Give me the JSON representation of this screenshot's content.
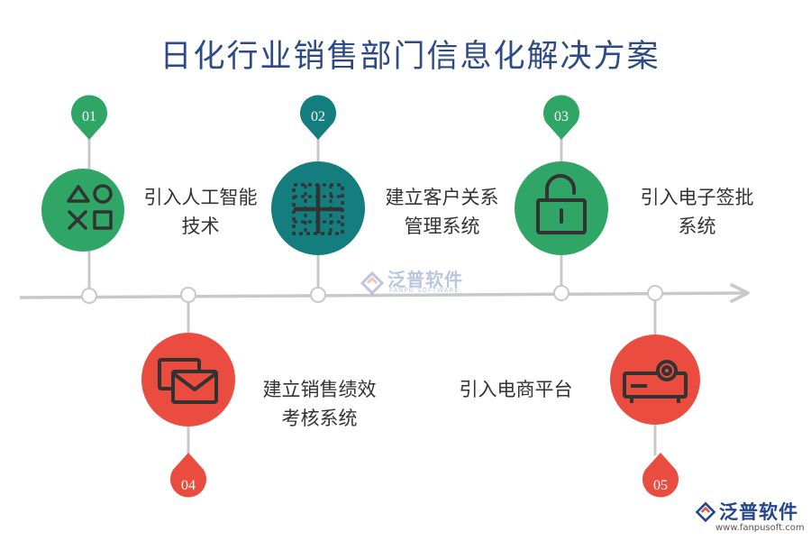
{
  "title": "日化行业销售部门信息化解决方案",
  "colors": {
    "green": "#2fa566",
    "teal": "#137e7d",
    "red": "#ea4d3f",
    "icon": "#333333",
    "line": "#c8c8c8"
  },
  "steps": [
    {
      "num": "01",
      "line1": "引入人工智能",
      "line2": "技术",
      "color": "green",
      "icon": "shapes-icon"
    },
    {
      "num": "02",
      "line1": "建立客户关系",
      "line2": "管理系统",
      "color": "teal",
      "icon": "grid-icon"
    },
    {
      "num": "03",
      "line1": "引入电子签批",
      "line2": "系统",
      "color": "green",
      "icon": "unlock-icon"
    },
    {
      "num": "04",
      "line1": "建立销售绩效",
      "line2": "考核系统",
      "color": "red",
      "icon": "mail-icon"
    },
    {
      "num": "05",
      "line1": "引入电商平台",
      "line2": "",
      "color": "red",
      "icon": "projector-icon"
    }
  ],
  "watermark": {
    "cn": "泛普软件",
    "en": "FANPU SOFTWARE"
  },
  "logo": {
    "cn": "泛普软件",
    "url": "www.fanpusoft.com"
  }
}
